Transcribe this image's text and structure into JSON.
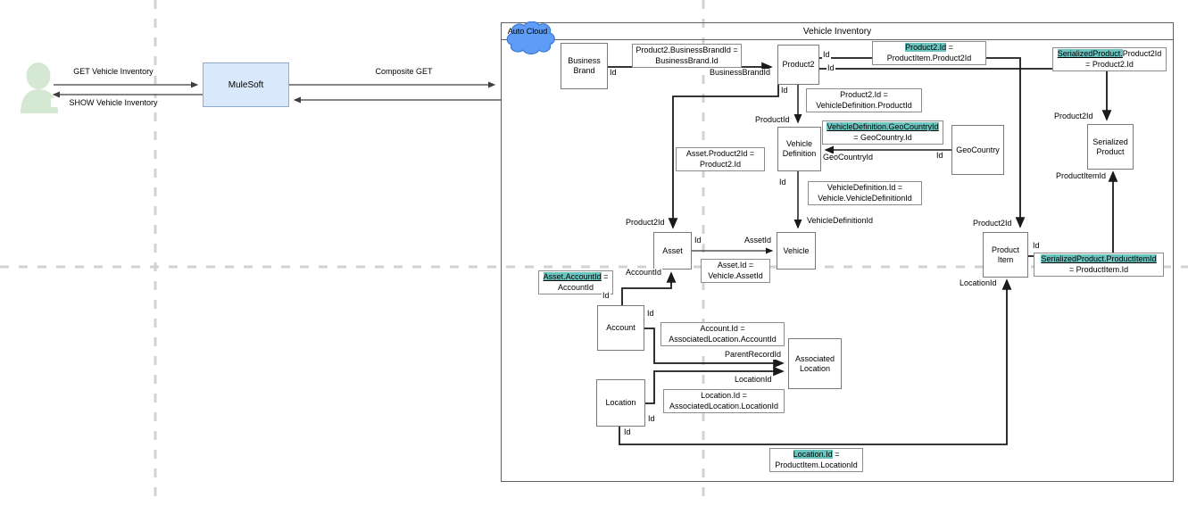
{
  "left_flow": {
    "get_label": "GET Vehicle Inventory",
    "show_label": "SHOW Vehicle Inventory",
    "mulesoft": "MuleSoft",
    "composite_label": "Composite GET"
  },
  "diagram": {
    "title": "Vehicle Inventory",
    "cloud": "Auto Cloud",
    "entities": [
      "Business Brand",
      "Product2",
      "Vehicle Definition",
      "GeoCountry",
      "Asset",
      "Vehicle",
      "Account",
      "Associated Location",
      "Location",
      "Product Item",
      "Serialized Product"
    ],
    "relations": [
      {
        "pre": "Product2.BusinessBrandId =",
        "hl": "",
        "post": "",
        "l2": "BusinessBrand.Id"
      },
      {
        "pre": "",
        "hl": "Product2.Id",
        "post": " =",
        "l2": "ProductItem.Product2Id"
      },
      {
        "pre": "",
        "hl": "SerializedProduct.",
        "post": "Product2Id",
        "l2": "= Product2.Id"
      },
      {
        "pre": "Product2.Id =",
        "hl": "",
        "post": "",
        "l2": "VehicleDefinition.ProductId"
      },
      {
        "pre": "",
        "hl": "VehicleDefinition.GeoCountryId",
        "post": "",
        "l2": "= GeoCountry.Id"
      },
      {
        "pre": "Asset.Product2Id =",
        "hl": "",
        "post": "",
        "l2": "Product2.Id"
      },
      {
        "pre": "VehicleDefinition.Id =",
        "hl": "",
        "post": "",
        "l2": "Vehicle.VehicleDefinitionId"
      },
      {
        "pre": "Asset.Id =",
        "hl": "",
        "post": "",
        "l2": "Vehicle.AssetId"
      },
      {
        "pre": "",
        "hl": "Asset.AccountId",
        "post": " =",
        "l2": "AccountId"
      },
      {
        "pre": "Account.Id =",
        "hl": "",
        "post": "",
        "l2": "AssociatedLocation.AccountId"
      },
      {
        "pre": "Location.Id =",
        "hl": "",
        "post": "",
        "l2": "AssociatedLocation.LocationId"
      },
      {
        "pre": "",
        "hl": "SerializedProduct.ProductItemId",
        "post": "",
        "l2": "= ProductItem.Id"
      },
      {
        "pre": "",
        "hl": "Location.Id",
        "post": " =",
        "l2": "ProductItem.LocationId"
      }
    ],
    "edge_labels": [
      "Id",
      "BusinessBrandId",
      "Id",
      "Id",
      "Id",
      "ProductId",
      "GeoCountryId",
      "Id",
      "Id",
      "VehicleDefinitionId",
      "Product2Id",
      "Id",
      "AssetId",
      "AccountId",
      "Id",
      "Id",
      "ParentRecordId",
      "LocationId",
      "Id",
      "Id",
      "LocationId",
      "Product2Id",
      "Id",
      "Product2Id",
      "ProductItemId"
    ]
  },
  "colors": {
    "highlight": "#6cc4bf",
    "mulesoft_fill": "#dae8fc",
    "mulesoft_border": "#8fabd4",
    "cloud_fill": "#5e9cf7",
    "cloud_border": "#3c7ad1",
    "actor_fill": "#d5e8d4",
    "guide_gray": "#d2d2d2",
    "line_black": "#1a1a1a"
  }
}
